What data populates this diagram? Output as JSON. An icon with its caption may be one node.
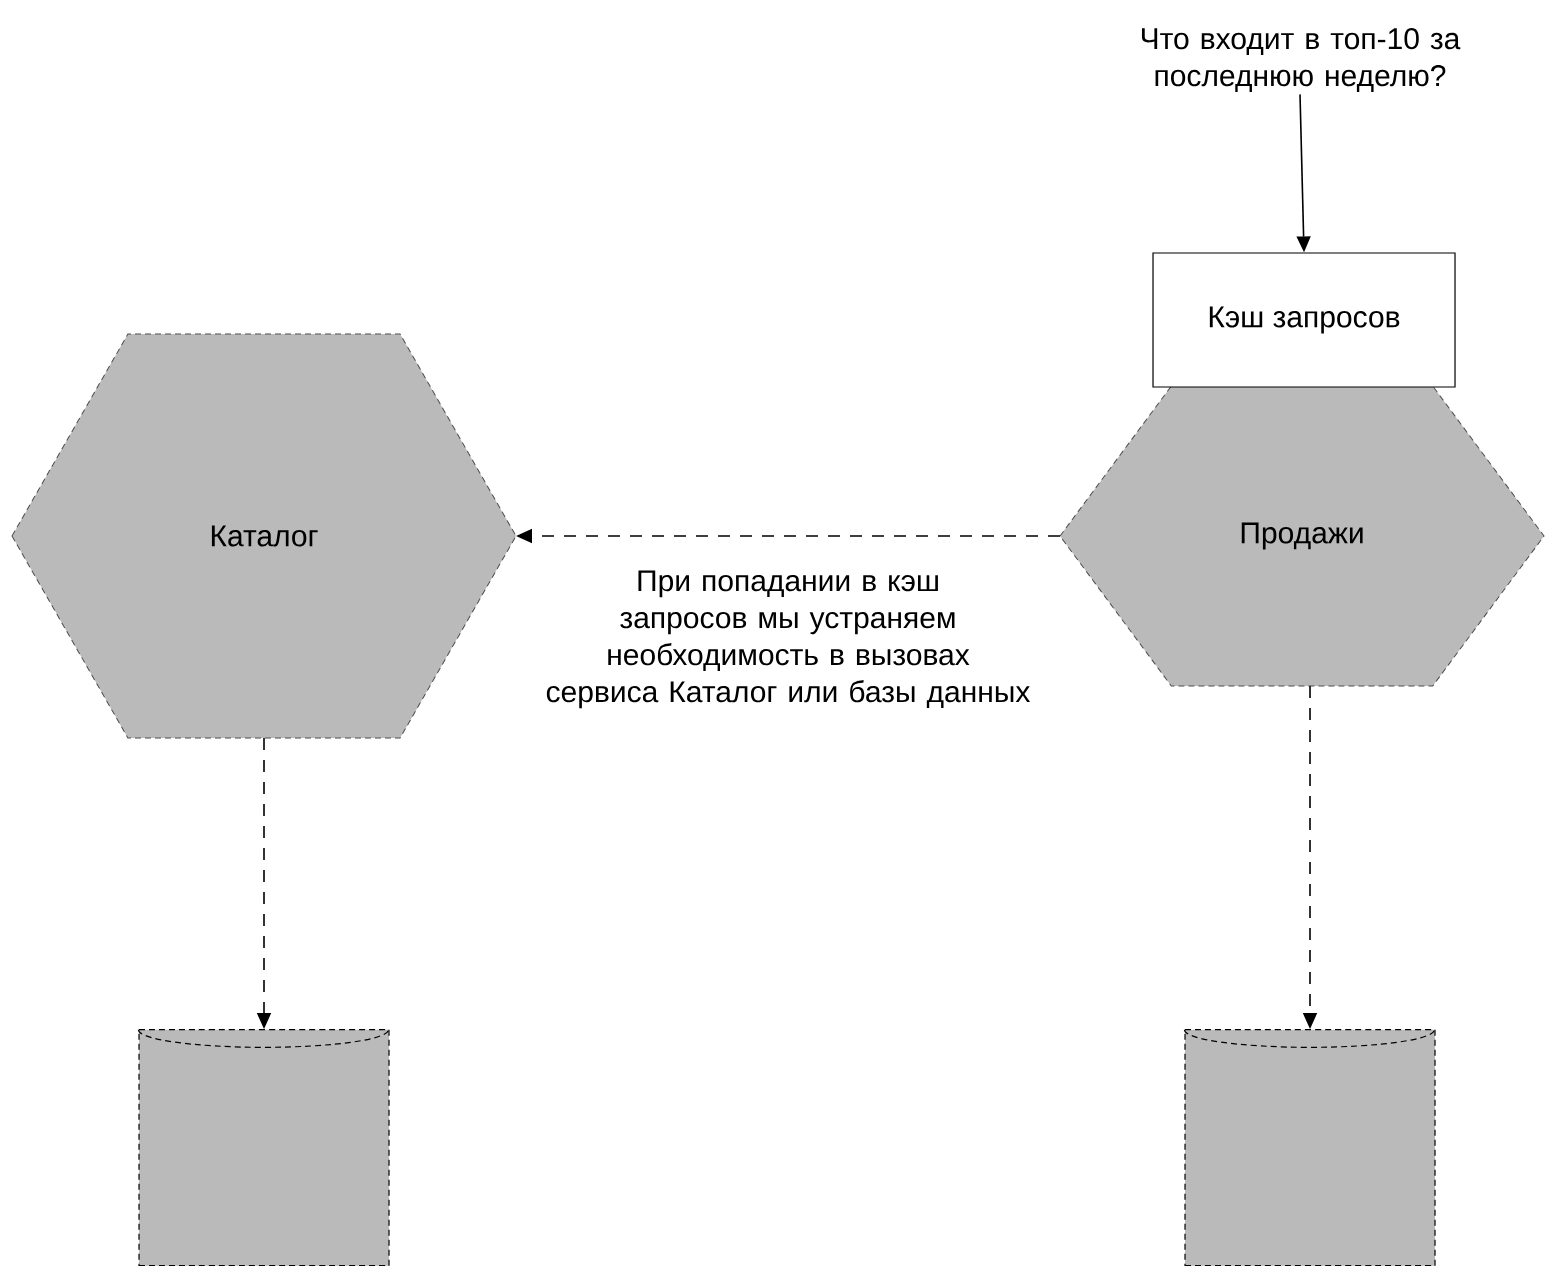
{
  "diagram": {
    "nodes": [
      {
        "text": [
          "Что входит в топ-10 за последнюю неделю?"
        ]
      },
      {
        "text": [
          "Кэш запросов"
        ]
      },
      {
        "text": [
          "Продажи"
        ]
      },
      {
        "text": [
          "Каталог"
        ]
      },
      {
        "text": [],
        "shape": "cylinder"
      },
      {
        "text": [],
        "shape": "cylinder"
      }
    ],
    "edges": [
      {
        "from": 0,
        "to": 1,
        "arrow": "to"
      },
      {
        "from": 2,
        "to": 3,
        "arrow": "to",
        "style": "dashed",
        "label": "При попадании в кэш запросов мы устраняем необходимость в вызовах сервиса Каталог или базы данных"
      },
      {
        "from": 3,
        "to": 4,
        "arrow": "to",
        "style": "dashed"
      },
      {
        "from": 2,
        "to": 5,
        "arrow": "to",
        "style": "dashed"
      }
    ]
  }
}
